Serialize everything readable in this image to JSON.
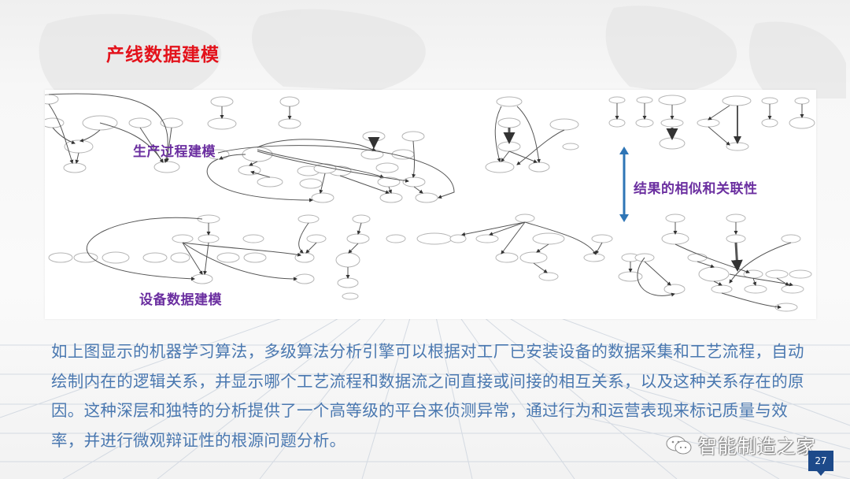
{
  "slide": {
    "title": "产线数据建模",
    "page_number": "27",
    "colors": {
      "title": "#e3121b",
      "figure_label": "#6b2fa0",
      "body_text": "#4a78b0",
      "arrow": "#2e75b6",
      "badge": "#1d4a8a"
    }
  },
  "figure": {
    "labels": {
      "process_modeling": "生产过程建模",
      "equipment_modeling": "设备数据建模",
      "similarity": "结果的相似和关联性"
    }
  },
  "body": {
    "paragraph": "如上图显示的机器学习算法，多级算法分析引擎可以根据对工厂已安装设备的数据采集和工艺流程，自动绘制内在的逻辑关系，并显示哪个工艺流程和数据流之间直接或间接的相互关系，以及这种关系存在的原因。这种深层和独特的分析提供了一个高等级的平台来侦测异常，通过行为和运营表现来标记质量与效率，并进行微观辩证性的根源问题分析。"
  },
  "watermark": {
    "icon": "wechat-icon",
    "name": "智能制造之家"
  }
}
